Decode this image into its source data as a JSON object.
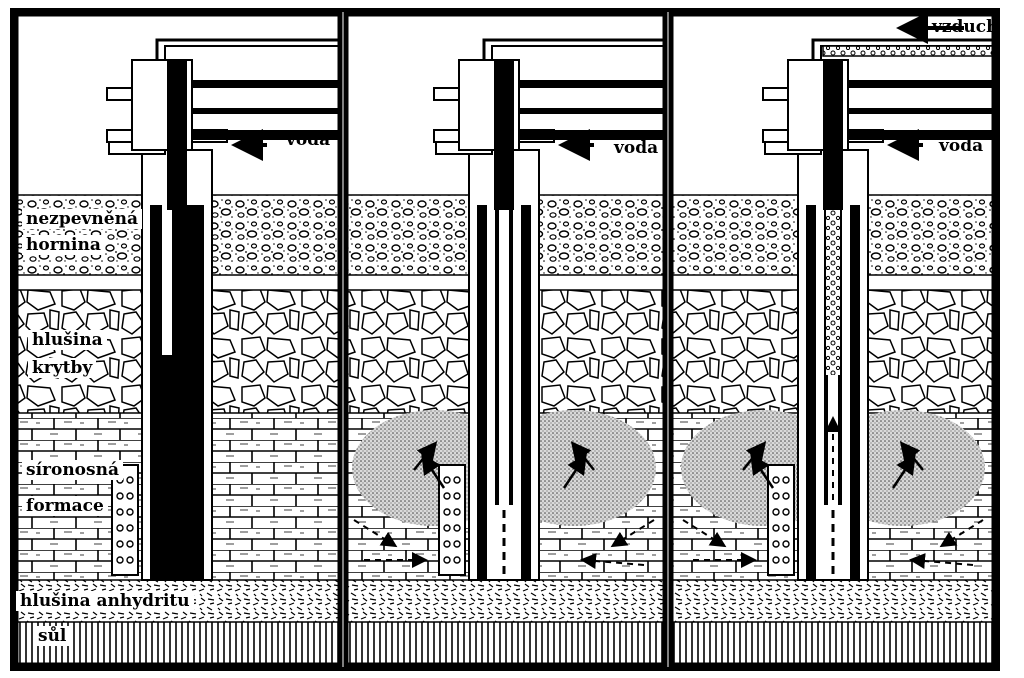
{
  "labels": {
    "unconsolidated_rock_1": "nezpevněná",
    "unconsolidated_rock_2": "hornina",
    "barren_cover_1": "hlušina",
    "barren_cover_2": "krytby",
    "sulfur_formation_1": "síronosná",
    "sulfur_formation_2": "formace",
    "anhydrite_barren": "hlušina  anhydritu",
    "salt": "sůl",
    "water_panel_1": "voda",
    "water_panel_2": "voda",
    "water_panel_3": "voda",
    "air": "vzduch"
  },
  "panels": [
    {
      "stage": "pipes-lowered"
    },
    {
      "stage": "hot-water-injected"
    },
    {
      "stage": "air-lift-of-sulfur"
    }
  ],
  "colors": {
    "ink": "#000000",
    "paper": "#ffffff",
    "stipple": "#9a9a9a"
  }
}
